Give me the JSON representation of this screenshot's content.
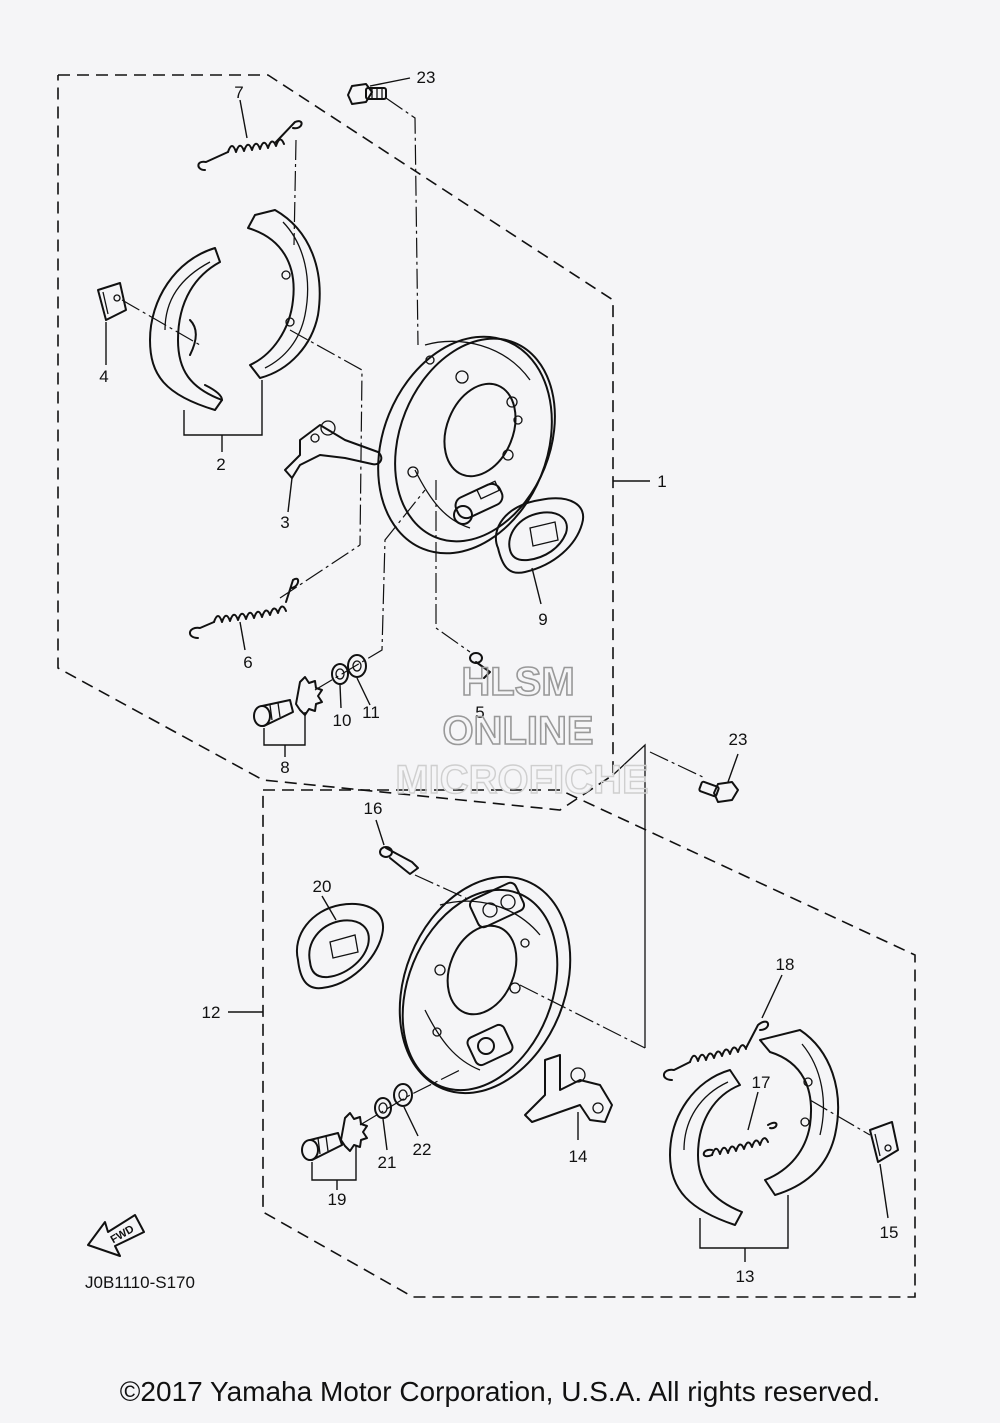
{
  "diagram": {
    "part_numbers": [
      "1",
      "2",
      "3",
      "4",
      "5",
      "6",
      "7",
      "8",
      "9",
      "10",
      "11",
      "23",
      "12",
      "13",
      "14",
      "15",
      "16",
      "17",
      "18",
      "19",
      "20",
      "21",
      "22",
      "23"
    ],
    "drawing_code": "J0B1110-S170",
    "fwd_label": "FWD",
    "watermark": [
      "HLSM",
      "ONLINE",
      "MICROFICHE"
    ]
  },
  "footer": {
    "copyright": "©2017 Yamaha Motor Corporation, U.S.A. All rights reserved."
  },
  "colors": {
    "background": "#f5f5f7",
    "ink": "#111111",
    "watermark": "#999999"
  }
}
